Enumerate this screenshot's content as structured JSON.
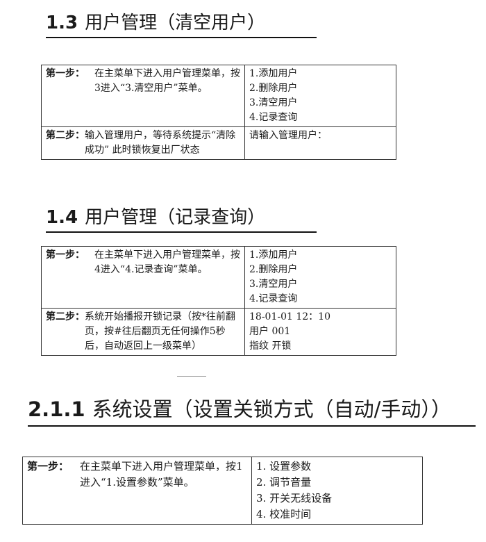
{
  "sections": [
    {
      "num": "1.3",
      "title": "用户管理（清空用户）",
      "rows": [
        {
          "label": "第一步：",
          "desc": "在主菜单下进入用户管理菜单，按3进入“3.清空用户”菜单。",
          "right": [
            "1.添加用户",
            "2.删除用户",
            "3.清空用户",
            "4.记录查询"
          ]
        },
        {
          "label": "第二步：",
          "desc": "输入管理用户，等待系统提示“清除成功” 此时锁恢复出厂状态",
          "right": [
            "请输入管理用户："
          ]
        }
      ]
    },
    {
      "num": "1.4",
      "title": "用户管理（记录查询）",
      "rows": [
        {
          "label": "第一步：",
          "desc": "在主菜单下进入用户管理菜单，按4进入“4.记录查询”菜单。",
          "right": [
            "1.添加用户",
            "2.删除用户",
            "3.清空用户",
            "4.记录查询"
          ]
        },
        {
          "label": "第二步：",
          "desc": "系统开始播报开锁记录（按*往前翻页，按#往后翻页无任何操作5秒后，自动返回上一级菜单）",
          "right": [
            "18-01-01 12：10",
            "用户 001",
            "指纹  开锁"
          ]
        }
      ]
    },
    {
      "num": "2.1.1",
      "title": "系统设置（设置关锁方式（自动/手动））",
      "rows": [
        {
          "label": "第一步：",
          "desc": "在主菜单下进入用户管理菜单，按1进入“1.设置参数”菜单。",
          "right": [
            "1. 设置参数",
            "2. 调节音量",
            "3. 开关无线设备",
            "4. 校准时间"
          ]
        }
      ]
    }
  ]
}
